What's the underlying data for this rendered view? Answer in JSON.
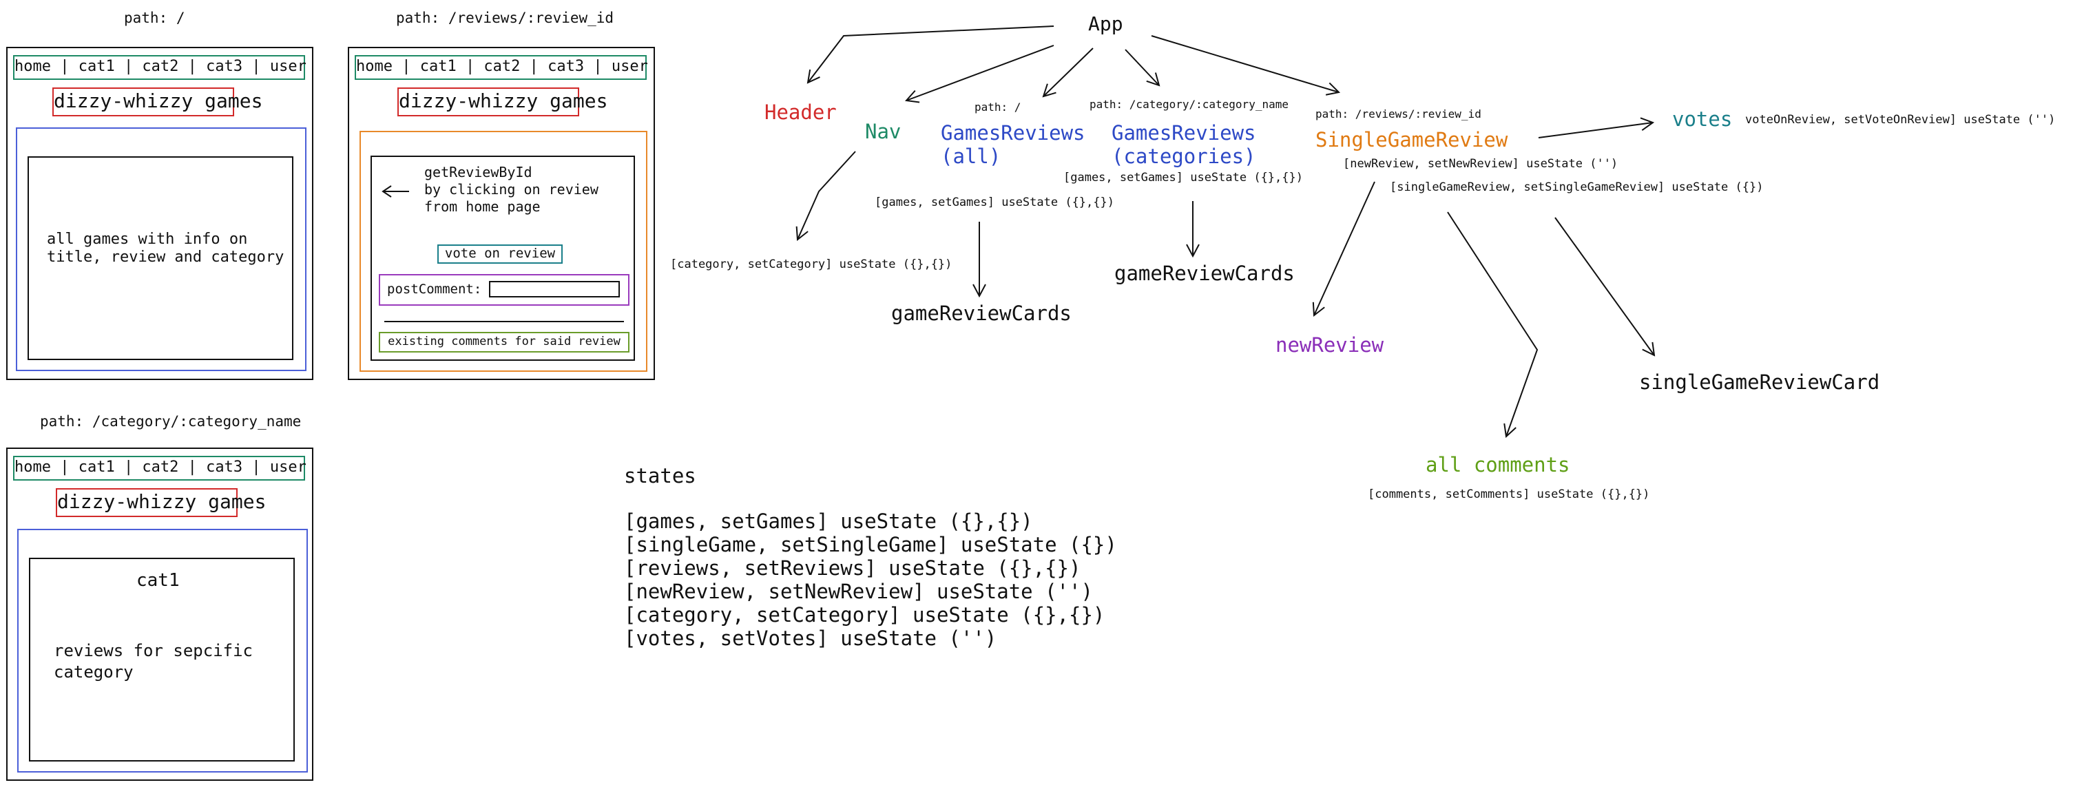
{
  "colors": {
    "header": "#d22a2a",
    "nav": "#1e8a66",
    "games_reviews": "#2d49c6",
    "single_review": "#e07a12",
    "votes": "#1a7f8a",
    "new_review": "#8a2eb8",
    "all_comments": "#5f9f16",
    "nav_border": "#1e8a66",
    "title_border": "#d22a2a",
    "page_border": "#4b5fd8",
    "review_border": "#e8892a",
    "comment_border": "#9a3bbd",
    "existing_border": "#6a9c2a"
  },
  "wireframes": {
    "home": {
      "path": "path: /",
      "nav": "home | cat1 | cat2 | cat3 | user",
      "title": "dizzy-whizzy games",
      "content": "all games with info on\ntitle, review and category"
    },
    "review": {
      "path": "path: /reviews/:review_id",
      "nav": "home | cat1 | cat2 | cat3 | user",
      "title": "dizzy-whizzy games",
      "note": "getReviewById\nby clicking on review\nfrom home page",
      "vote_button": "vote on review",
      "post_comment": "postComment:",
      "existing_comments": "existing comments for said review"
    },
    "category": {
      "path": "path: /category/:category_name",
      "nav": "home | cat1 | cat2 | cat3 | user",
      "title": "dizzy-whizzy games",
      "heading": "cat1",
      "content": "reviews for sepcific\ncategory"
    }
  },
  "tree": {
    "app": "App",
    "header": "Header",
    "nav": "Nav",
    "games_reviews_all": {
      "path": "path: /",
      "name": "GamesReviews\n(all)",
      "state": "[games, setGames] useState ({},{})",
      "child": "gameReviewCards"
    },
    "games_reviews_categories": {
      "path": "path: /category/:category_name",
      "name": "GamesReviews\n(categories)",
      "state": "[games, setGames] useState ({},{})",
      "child": "gameReviewCards"
    },
    "nav_state": "[category, setCategory] useState ({},{})",
    "single_game_review": {
      "path": "path: /reviews/:review_id",
      "name": "SingleGameReview",
      "state1": "[newReview, setNewReview] useState ('')",
      "state2": "[singleGameReview, setSingleGameReview] useState ({})"
    },
    "votes": {
      "name": "votes",
      "state": "voteOnReview, setVoteOnReview] useState ('')"
    },
    "new_review": "newReview",
    "all_comments": {
      "name": "all comments",
      "state": "[comments, setComments] useState ({},{})"
    },
    "single_card": "singleGameReviewCard"
  },
  "states": {
    "heading": "states",
    "items": [
      "[games, setGames] useState ({},{})",
      "[singleGame, setSingleGame] useState ({})",
      "[reviews, setReviews] useState ({},{})",
      "[newReview, setNewReview] useState ('')",
      "[category, setCategory] useState ({},{})",
      "[votes, setVotes] useState ('')"
    ]
  }
}
